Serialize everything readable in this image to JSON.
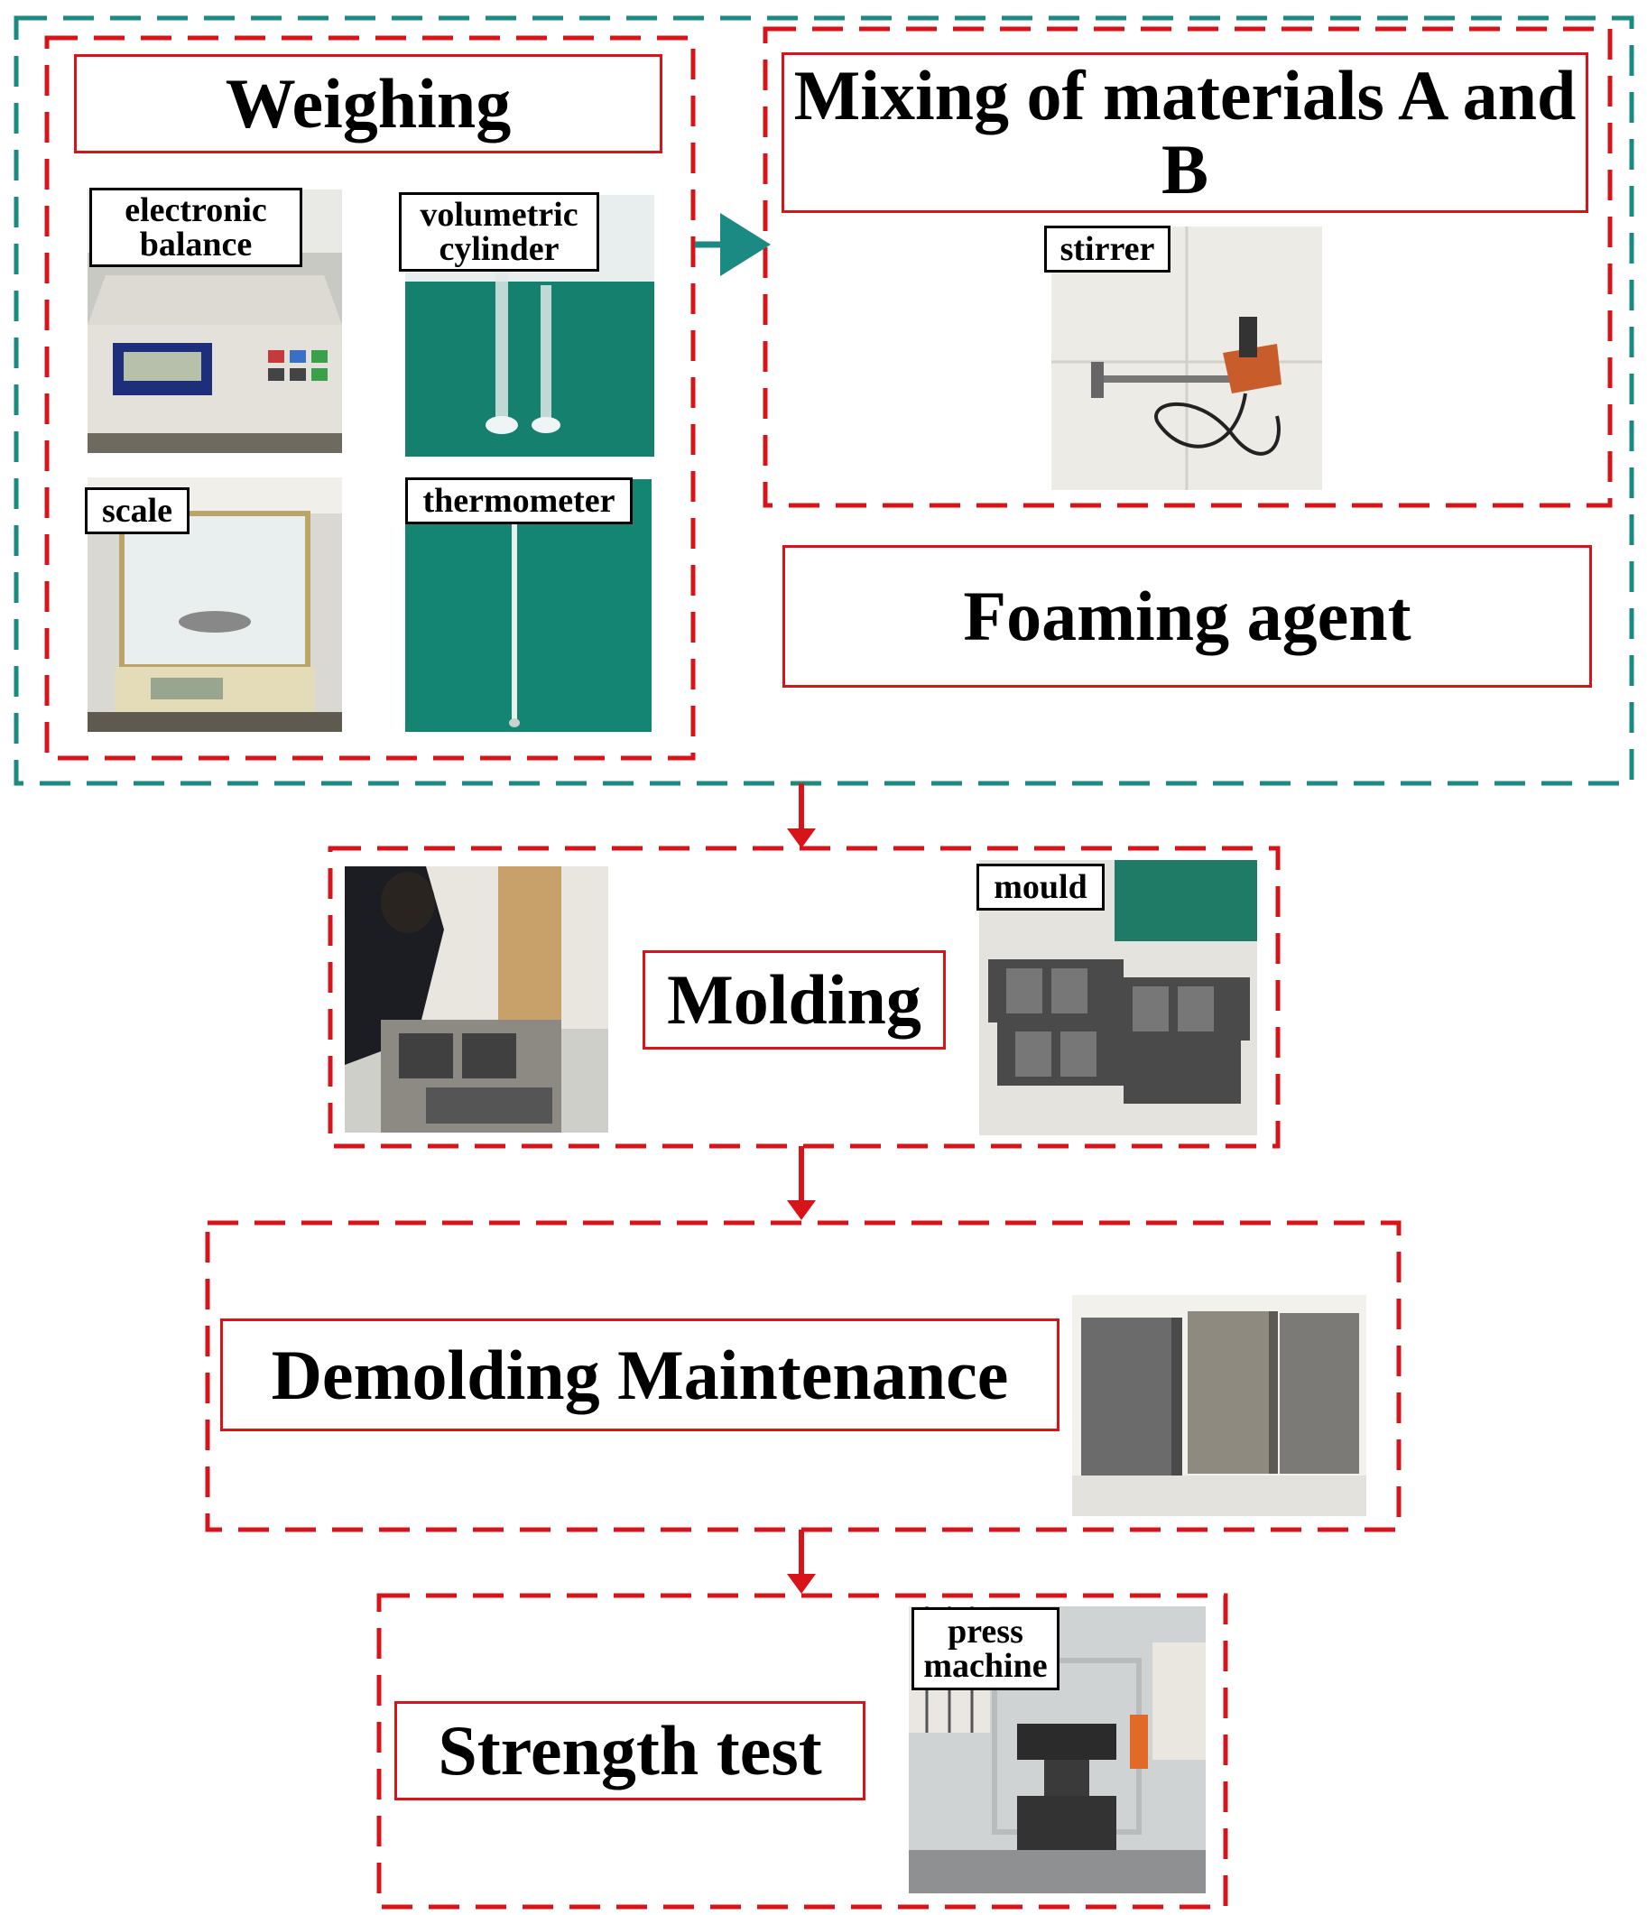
{
  "colors": {
    "red": "#d8141b",
    "teal": "#1a8a82",
    "label_border": "#000000"
  },
  "stages": {
    "weighing": {
      "title": "Weighing"
    },
    "mixing": {
      "title": "Mixing of materials A and B"
    },
    "foaming": {
      "title": "Foaming agent"
    },
    "molding": {
      "title": "Molding"
    },
    "demolding": {
      "title": "Demolding Maintenance"
    },
    "strength": {
      "title": "Strength test"
    }
  },
  "labels": {
    "electronic_balance": "electronic balance",
    "volumetric_cylinder": "volumetric cylinder",
    "scale": "scale",
    "thermometer": "thermometer",
    "stirrer": "stirrer",
    "mould": "mould",
    "press_machine": "press machine"
  }
}
